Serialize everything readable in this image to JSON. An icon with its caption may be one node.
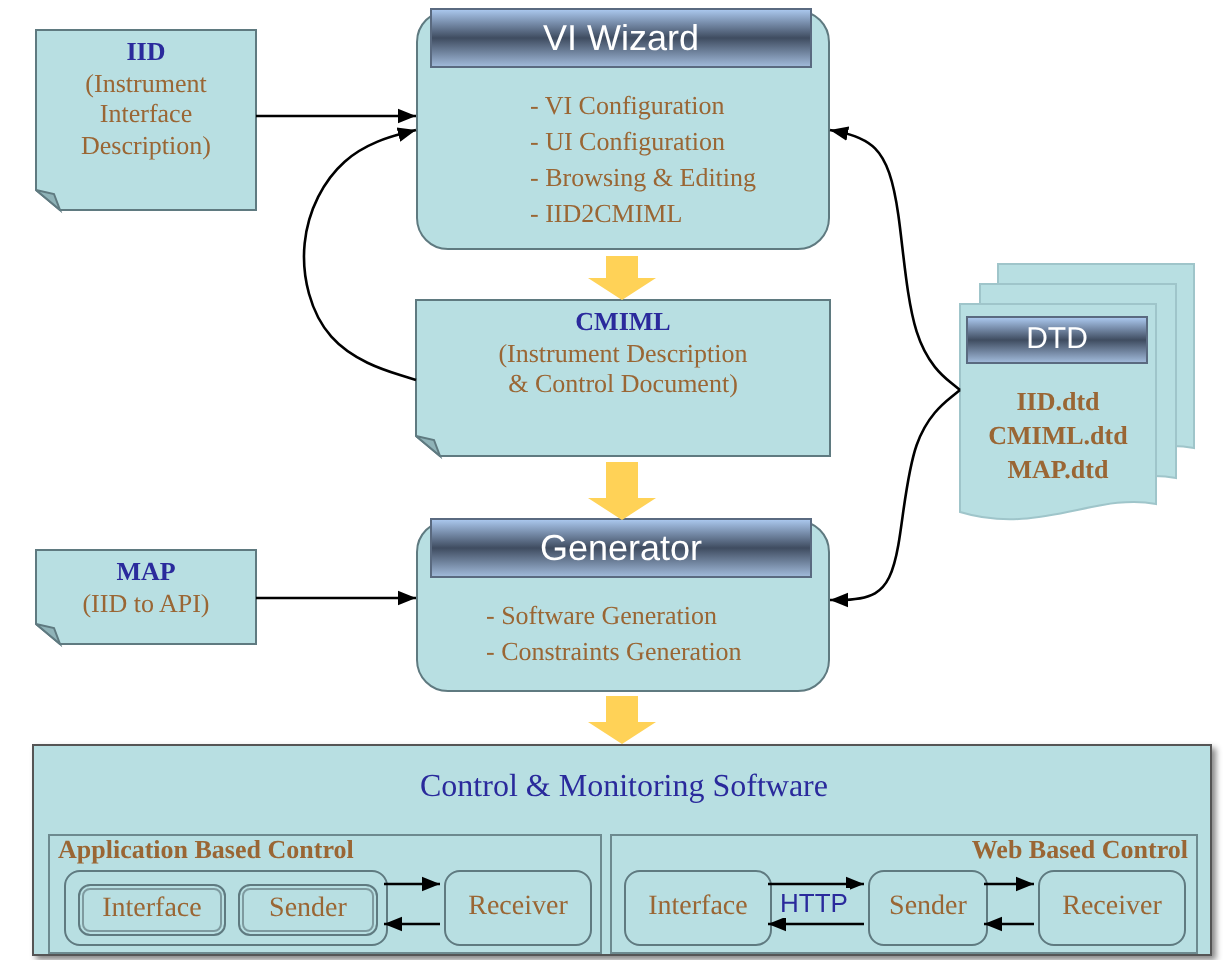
{
  "diagram": {
    "nodes": [
      {
        "text": [
          "IID",
          "(Instrument Interface Description)"
        ]
      },
      {
        "text": [
          "VI Wizard",
          "- VI Configuration",
          "- UI Configuration",
          "- Browsing & Editing",
          "- IID2CMIML"
        ]
      },
      {
        "text": [
          "CMIML",
          "(Instrument Description & Control Document)"
        ]
      },
      {
        "text": [
          "DTD",
          "IID.dtd",
          "CMIML.dtd",
          "MAP.dtd"
        ]
      },
      {
        "text": [
          "MAP",
          "(IID to API)"
        ]
      },
      {
        "text": [
          "Generator",
          "- Software Generation",
          "- Constraints Generation"
        ]
      },
      {
        "text": [
          "Control & Monitoring Software"
        ]
      },
      {
        "text": [
          "Application Based Control"
        ],
        "in": 6
      },
      {
        "text": [],
        "shape": "box",
        "in": 7
      },
      {
        "text": [
          "Interface"
        ],
        "in": 8
      },
      {
        "text": [
          "Sender"
        ],
        "in": 8
      },
      {
        "text": [
          "Receiver"
        ],
        "in": 7
      },
      {
        "text": [
          "Web Based Control"
        ],
        "in": 6
      },
      {
        "text": [
          "Interface"
        ],
        "in": 12
      },
      {
        "text": [
          "Sender"
        ],
        "in": 12
      },
      {
        "text": [
          "Receiver"
        ],
        "in": 12
      }
    ],
    "edges": [
      {
        "from": 0,
        "to": 1,
        "arrow": "to"
      },
      {
        "from": 2,
        "to": 1,
        "arrow": "to"
      },
      {
        "from": 3,
        "to": 1,
        "arrow": "to"
      },
      {
        "from": 3,
        "to": 5,
        "arrow": "to"
      },
      {
        "from": 4,
        "to": 5,
        "arrow": "to"
      },
      {
        "from": 1,
        "to": 2,
        "arrow": "to",
        "style": "thick",
        "color": "#ffd257"
      },
      {
        "from": 2,
        "to": 5,
        "arrow": "to",
        "style": "thick",
        "color": "#ffd257"
      },
      {
        "from": 5,
        "to": 6,
        "arrow": "to",
        "style": "thick",
        "color": "#ffd257"
      },
      {
        "from": 8,
        "to": 11,
        "arrow": "to"
      },
      {
        "from": 11,
        "to": 8,
        "arrow": "to"
      },
      {
        "from": 13,
        "to": 14,
        "arrow": "to",
        "label": "HTTP"
      },
      {
        "from": 14,
        "to": 13,
        "arrow": "to"
      },
      {
        "from": 14,
        "to": 15,
        "arrow": "to"
      },
      {
        "from": 15,
        "to": 14,
        "arrow": "to"
      }
    ]
  }
}
